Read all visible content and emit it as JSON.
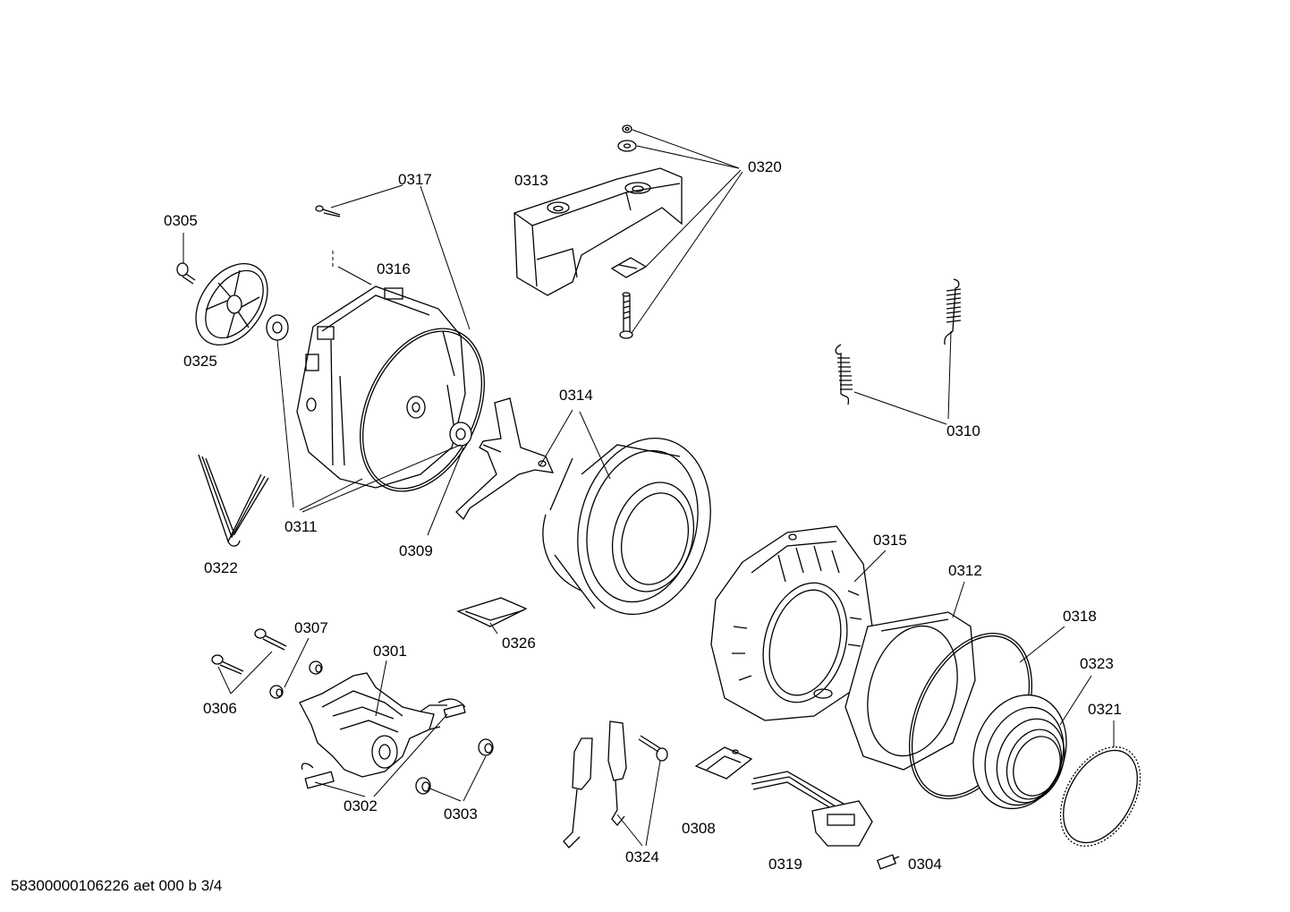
{
  "footer_text": "58300000106226 aet 000 b 3/4",
  "labels": {
    "p0301": "0301",
    "p0302": "0302",
    "p0303": "0303",
    "p0304": "0304",
    "p0305": "0305",
    "p0306": "0306",
    "p0307": "0307",
    "p0308": "0308",
    "p0309": "0309",
    "p0310": "0310",
    "p0311": "0311",
    "p0312": "0312",
    "p0313": "0313",
    "p0314": "0314",
    "p0315": "0315",
    "p0316": "0316",
    "p0317": "0317",
    "p0318": "0318",
    "p0319": "0319",
    "p0320": "0320",
    "p0321": "0321",
    "p0322": "0322",
    "p0323": "0323",
    "p0324": "0324",
    "p0325": "0325",
    "p0326": "0326"
  }
}
